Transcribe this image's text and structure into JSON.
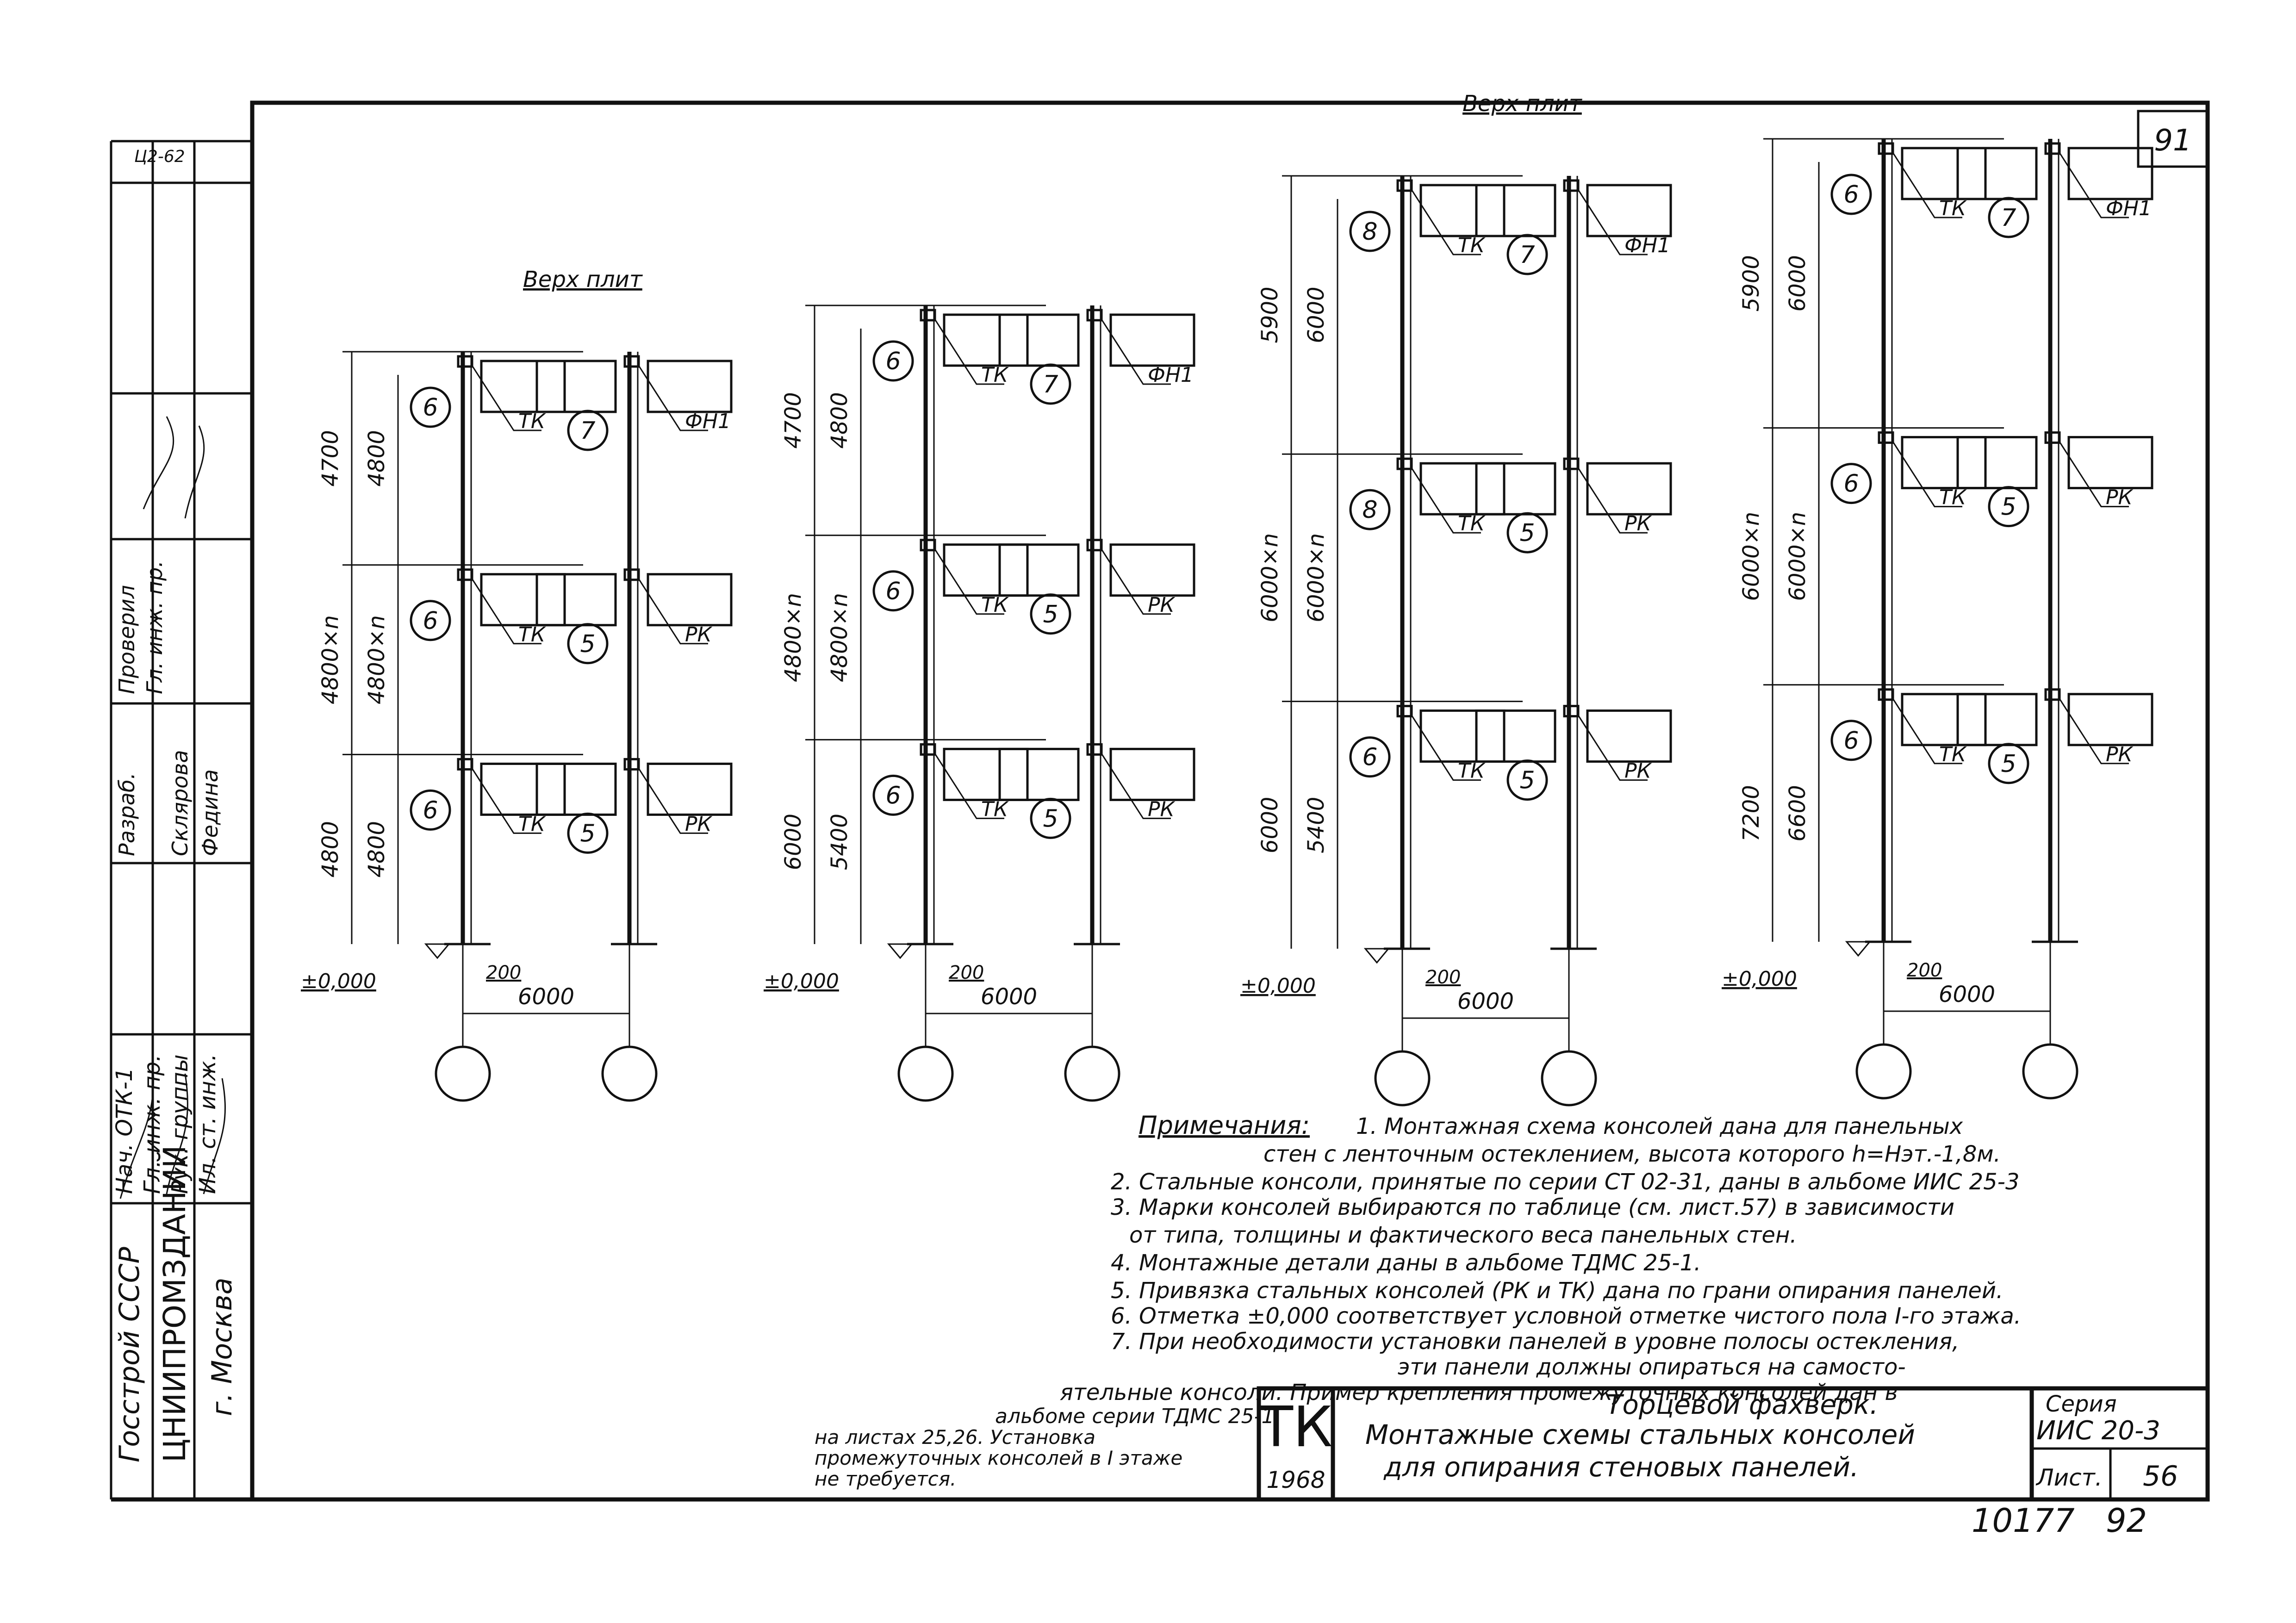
{
  "sheet": {
    "corner_number": "91",
    "sheet_no_footer": "10177",
    "sheet_no_footer_2": "92"
  },
  "left_strip": {
    "ministry": "Госстрой СССР",
    "institute": "ЦНИИПРОМЗДАНИЙ",
    "city": "г. Москва",
    "roles": [
      "Нач. ОТК-1",
      "Гл. инж. пр.",
      "Рук. группы",
      "Ил. ст. инж."
    ],
    "names": [
      "Проверил",
      "Гл. инж. пр.",
      "Разраб.",
      "Склярова",
      "Федина"
    ],
    "top_stamp": "Ц2-62"
  },
  "diagrams": [
    {
      "label_top": "Верх плит",
      "dims": [
        "4700",
        "4800",
        "4800×n",
        "4800×n",
        "4800",
        "4800"
      ],
      "markers": [
        "6",
        "6",
        "6",
        "7",
        "5",
        "5"
      ],
      "tags": [
        "ТК",
        "ТК",
        "ТК",
        "ФН1",
        "РК",
        "РК"
      ],
      "bay": "6000",
      "offset": "200",
      "level": "±0,000"
    },
    {
      "label_top": "",
      "dims": [
        "4700",
        "4800",
        "4800×n",
        "4800×n",
        "6000",
        "5400"
      ],
      "markers": [
        "6",
        "6",
        "6",
        "7",
        "5",
        "5"
      ],
      "tags": [
        "ТК",
        "ТК",
        "ТК",
        "ФН1",
        "РК",
        "РК"
      ],
      "bay": "6000",
      "offset": "200",
      "level": "±0,000"
    },
    {
      "label_top": "Верх плит",
      "dims": [
        "5900",
        "6000",
        "6000×n",
        "6000×n",
        "6000",
        "5400"
      ],
      "markers": [
        "8",
        "8",
        "6",
        "7",
        "5",
        "5"
      ],
      "tags": [
        "ТК",
        "ТК",
        "ТК",
        "ФН1",
        "РК",
        "РК"
      ],
      "bay": "6000",
      "offset": "200",
      "level": "±0,000"
    },
    {
      "label_top": "",
      "dims": [
        "5900",
        "6000",
        "6000×n",
        "6000×n",
        "7200",
        "6600"
      ],
      "markers": [
        "6",
        "6",
        "6",
        "7",
        "5",
        "5"
      ],
      "tags": [
        "ТК",
        "ТК",
        "ТК",
        "ФН1",
        "РК",
        "РК"
      ],
      "bay": "6000",
      "offset": "200",
      "level": "±0,000"
    }
  ],
  "notes": {
    "heading": "Примечания:",
    "lines": [
      "1. Монтажная схема консолей дана для панельных",
      "стен с ленточным остеклением, высота которого h=Hэт.-1,8м.",
      "2. Стальные консоли, принятые по серии СТ 02-31, даны в альбоме ИИС 25-3",
      "3. Марки консолей выбираются по таблице (см. лист.57) в зависимости",
      "от типа, толщины и фактического веса панельных стен.",
      "4. Монтажные детали даны в альбоме ТДМС 25-1.",
      "5. Привязка стальных консолей (РК и ТК) дана по грани опирания панелей.",
      "6. Отметка ±0,000 соответствует условной отметке чистого пола I-го этажа.",
      "7. При необходимости установки панелей в уровне полосы остекления,",
      "эти панели должны опираться на самосто-",
      "ятельные консоли. Пример крепления промежуточных консолей дан в",
      "альбоме серии ТДМС 25-1"
    ],
    "extra_lines": [
      "на листах 25,26. Установка",
      "промежуточных консолей в I этаже",
      "не требуется."
    ]
  },
  "title_block": {
    "code": "ТК",
    "year": "1968",
    "title_line1": "Торцевой фахверк.",
    "title_line2": "Монтажные схемы стальных консолей",
    "title_line3": "для опирания стеновых панелей.",
    "series_label": "Серия",
    "series_value": "ИИС 20-3",
    "sheet_label": "Лист.",
    "sheet_value": "56"
  }
}
